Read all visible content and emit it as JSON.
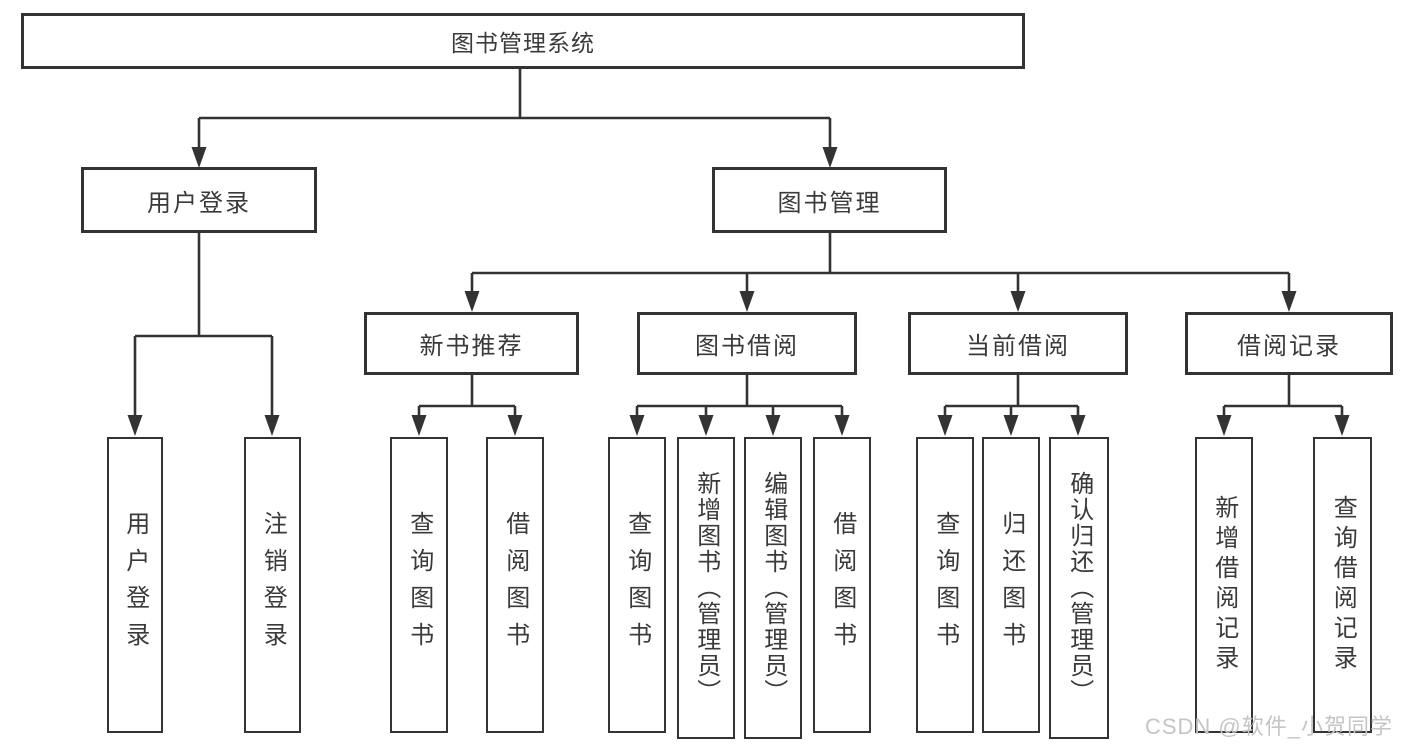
{
  "diagram": {
    "root": {
      "label": "图书管理系统",
      "children": [
        {
          "label": "用户登录",
          "children": [
            {
              "label": "用户登录"
            },
            {
              "label": "注销登录"
            }
          ]
        },
        {
          "label": "图书管理",
          "children": [
            {
              "label": "新书推荐",
              "children": [
                {
                  "label": "查询图书"
                },
                {
                  "label": "借阅图书"
                }
              ]
            },
            {
              "label": "图书借阅",
              "children": [
                {
                  "label": "查询图书"
                },
                {
                  "label": "新增图书（管理员）"
                },
                {
                  "label": "编辑图书（管理员）"
                },
                {
                  "label": "借阅图书"
                }
              ]
            },
            {
              "label": "当前借阅",
              "children": [
                {
                  "label": "查询图书"
                },
                {
                  "label": "归还图书"
                },
                {
                  "label": "确认归还（管理员）"
                }
              ]
            },
            {
              "label": "借阅记录",
              "children": [
                {
                  "label": "新增借阅记录"
                },
                {
                  "label": "查询借阅记录"
                }
              ]
            }
          ]
        }
      ]
    }
  },
  "watermark": "CSDN @软件_小贺同学",
  "colors": {
    "line": "#333333",
    "text": "#3a3a3a",
    "watermark": "#c5c5c5",
    "background": "#ffffff"
  }
}
